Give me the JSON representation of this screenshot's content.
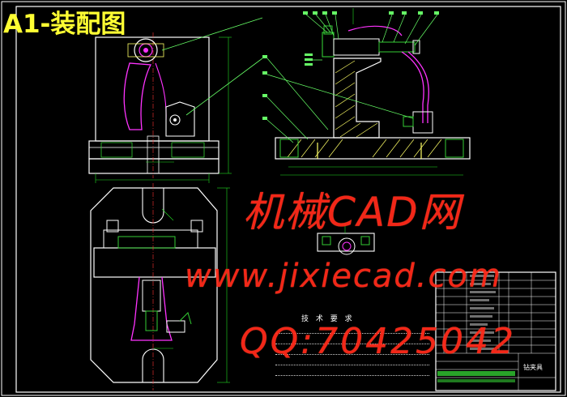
{
  "sheet": {
    "label": "A1-装配图",
    "colors": {
      "outline": "#ffffff",
      "section": "#33cc33",
      "part": "#ff33ff",
      "leader": "#66ff66",
      "dims": "#22dd22",
      "hatch": "#ffff66"
    }
  },
  "watermark": {
    "line1": "机械CAD网",
    "line2": "www.jixiecad.com",
    "line3": "QQ:70425042",
    "color": "#ff2a1a"
  },
  "technical_requirements": {
    "title": "技 术 要 求"
  },
  "title_block": {
    "name": "钻夹具"
  }
}
